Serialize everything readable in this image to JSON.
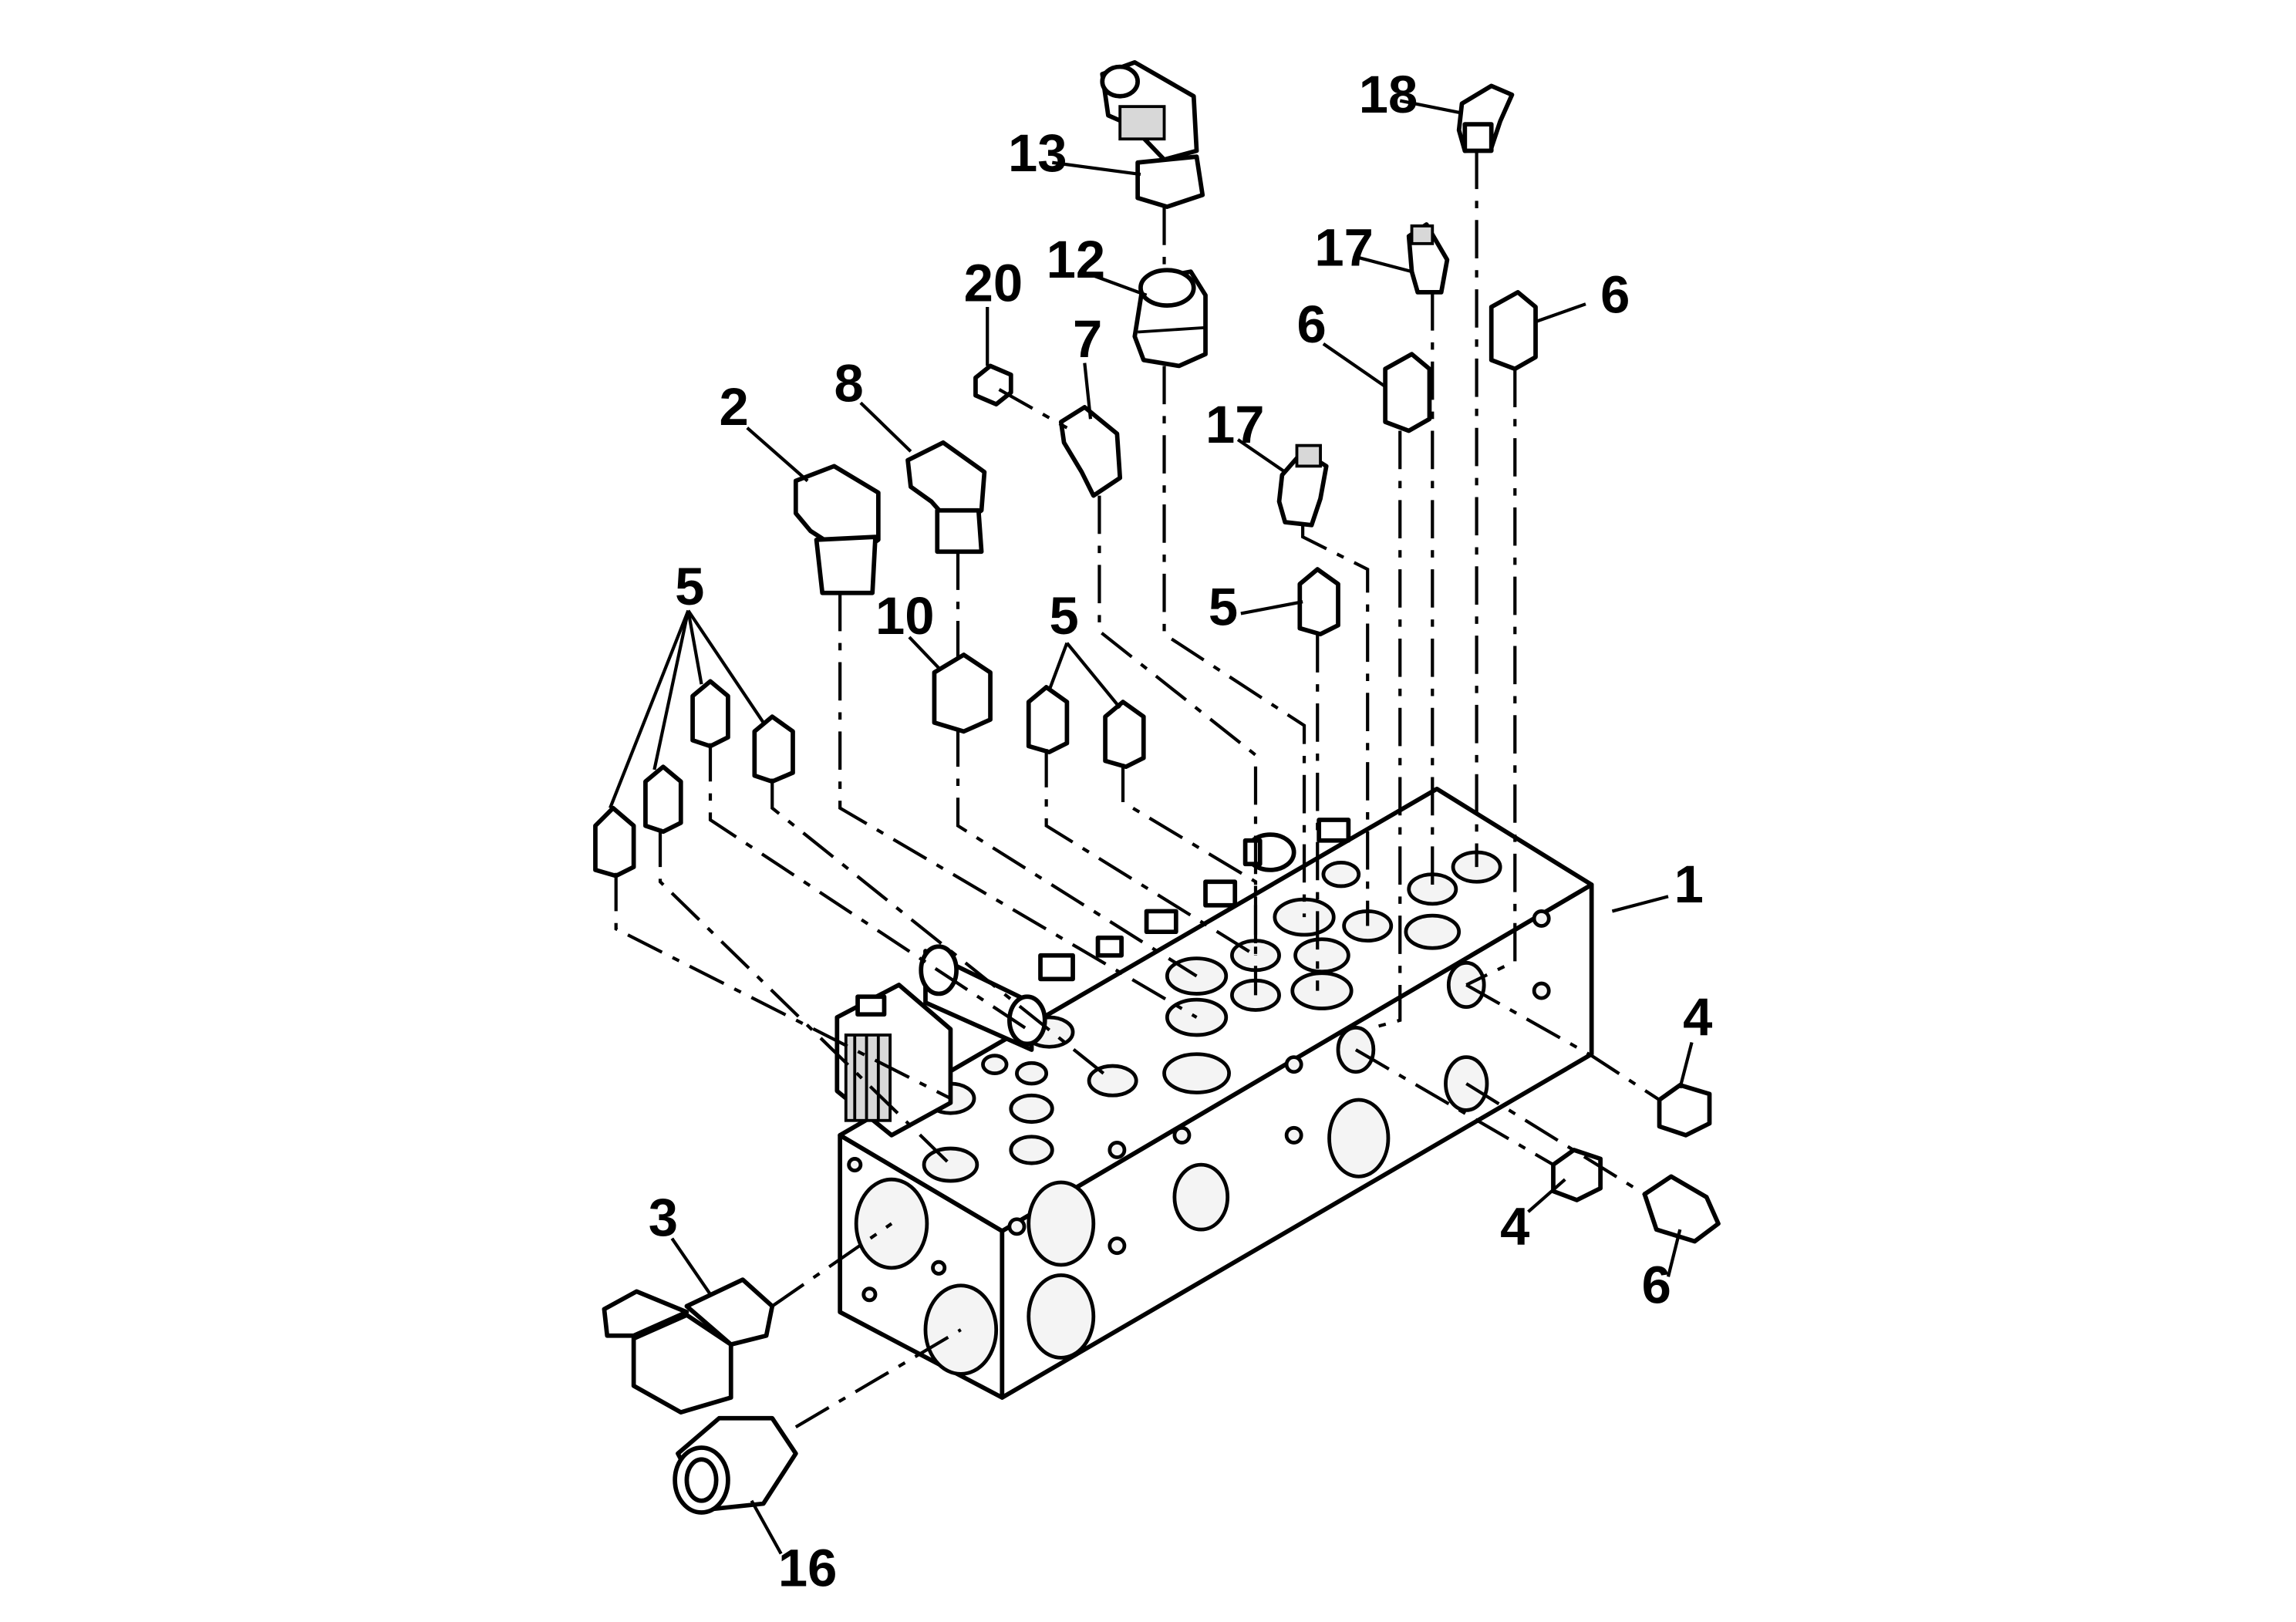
{
  "callouts": [
    {
      "id": "c1",
      "label": "1"
    },
    {
      "id": "c2",
      "label": "2"
    },
    {
      "id": "c3",
      "label": "3"
    },
    {
      "id": "c4a",
      "label": "4"
    },
    {
      "id": "c4b",
      "label": "4"
    },
    {
      "id": "c5a",
      "label": "5"
    },
    {
      "id": "c5b",
      "label": "5"
    },
    {
      "id": "c5c",
      "label": "5"
    },
    {
      "id": "c6a",
      "label": "6"
    },
    {
      "id": "c6b",
      "label": "6"
    },
    {
      "id": "c6c",
      "label": "6"
    },
    {
      "id": "c7",
      "label": "7"
    },
    {
      "id": "c8",
      "label": "8"
    },
    {
      "id": "c10",
      "label": "10"
    },
    {
      "id": "c12",
      "label": "12"
    },
    {
      "id": "c13",
      "label": "13"
    },
    {
      "id": "c16",
      "label": "16"
    },
    {
      "id": "c17a",
      "label": "17"
    },
    {
      "id": "c17b",
      "label": "17"
    },
    {
      "id": "c18",
      "label": "18"
    },
    {
      "id": "c20",
      "label": "20"
    }
  ]
}
